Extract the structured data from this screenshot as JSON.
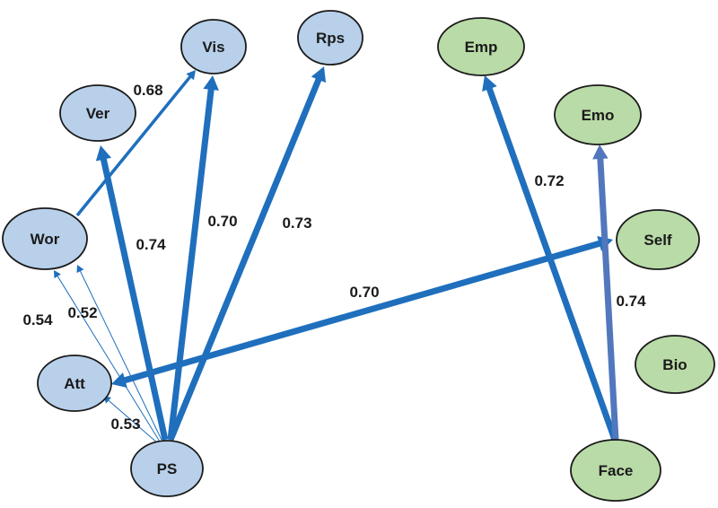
{
  "colors": {
    "blue_node_fill": "#b8d0ea",
    "green_node_fill": "#b9dba7",
    "node_stroke": "#1a1a1a",
    "edge_blue": "#1f6fbd",
    "edge_slate": "#5277bd"
  },
  "nodes": [
    {
      "id": "Vis",
      "label": "Vis",
      "group": "blue"
    },
    {
      "id": "Rps",
      "label": "Rps",
      "group": "blue"
    },
    {
      "id": "Ver",
      "label": "Ver",
      "group": "blue"
    },
    {
      "id": "Wor",
      "label": "Wor",
      "group": "blue"
    },
    {
      "id": "Att",
      "label": "Att",
      "group": "blue"
    },
    {
      "id": "PS",
      "label": "PS",
      "group": "blue"
    },
    {
      "id": "Emp",
      "label": "Emp",
      "group": "green"
    },
    {
      "id": "Emo",
      "label": "Emo",
      "group": "green"
    },
    {
      "id": "Self",
      "label": "Self",
      "group": "green"
    },
    {
      "id": "Bio",
      "label": "Bio",
      "group": "green"
    },
    {
      "id": "Face",
      "label": "Face",
      "group": "green"
    }
  ],
  "edges": [
    {
      "from": "Wor",
      "to": "Vis",
      "weight": "0.68",
      "color": "edge_blue"
    },
    {
      "from": "PS",
      "to": "Ver",
      "weight": "0.74",
      "color": "edge_blue"
    },
    {
      "from": "PS",
      "to": "Vis",
      "weight": "0.70",
      "color": "edge_blue"
    },
    {
      "from": "PS",
      "to": "Rps",
      "weight": "0.73",
      "color": "edge_blue"
    },
    {
      "from": "PS",
      "to": "Wor",
      "weight": "0.52",
      "color": "edge_blue"
    },
    {
      "from": "Att",
      "to": "Wor",
      "weight": "0.54",
      "color": "edge_blue"
    },
    {
      "from": "PS",
      "to": "Att",
      "weight": "0.53",
      "color": "edge_blue"
    },
    {
      "from": "Att",
      "to": "Self",
      "weight": "0.70",
      "color": "edge_blue",
      "bidirectional": true
    },
    {
      "from": "Face",
      "to": "Emp",
      "weight": "0.72",
      "color": "edge_blue"
    },
    {
      "from": "Face",
      "to": "Emo",
      "weight": "0.74",
      "color": "edge_slate"
    }
  ]
}
